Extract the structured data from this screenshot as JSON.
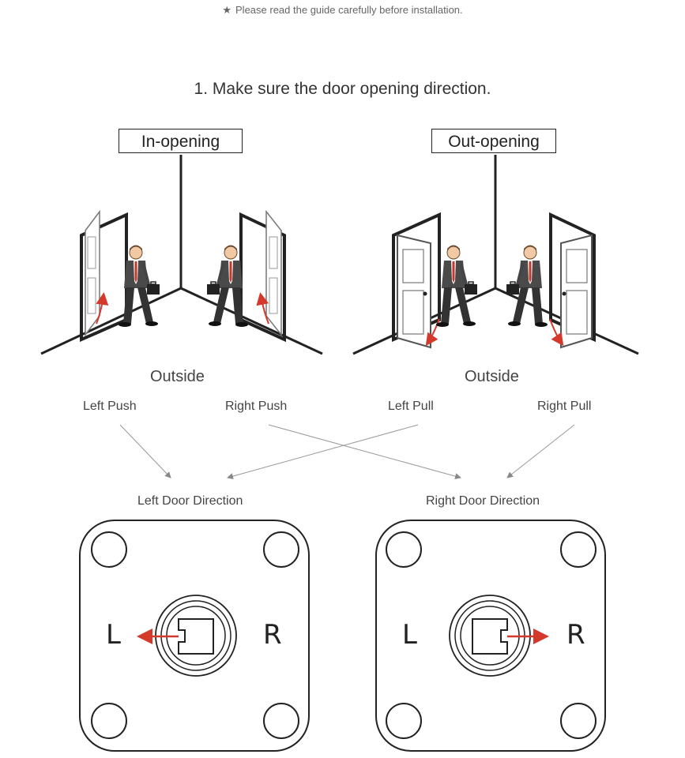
{
  "notice": {
    "icon": "star-icon",
    "text": "Please read the guide carefully before installation."
  },
  "step": {
    "title": "1. Make sure the door opening direction."
  },
  "in_opening": {
    "label": "In-opening",
    "outside_label": "Outside"
  },
  "out_opening": {
    "label": "Out-opening",
    "outside_label": "Outside"
  },
  "directions": {
    "left_push": "Left Push",
    "right_push": "Right Push",
    "left_pull": "Left Pull",
    "right_pull": "Right Pull"
  },
  "door_directions": {
    "left": "Left Door Direction",
    "right": "Right Door Direction"
  },
  "plates": {
    "left": {
      "letter_left": "L",
      "letter_right": "R",
      "arrow_side": "left"
    },
    "right": {
      "letter_left": "L",
      "letter_right": "R",
      "arrow_side": "right"
    }
  },
  "colors": {
    "arrow": "#d33a2c",
    "line": "#222222",
    "connector": "#999999",
    "tie": "#c0392b",
    "suit": "#4a4a4a"
  }
}
